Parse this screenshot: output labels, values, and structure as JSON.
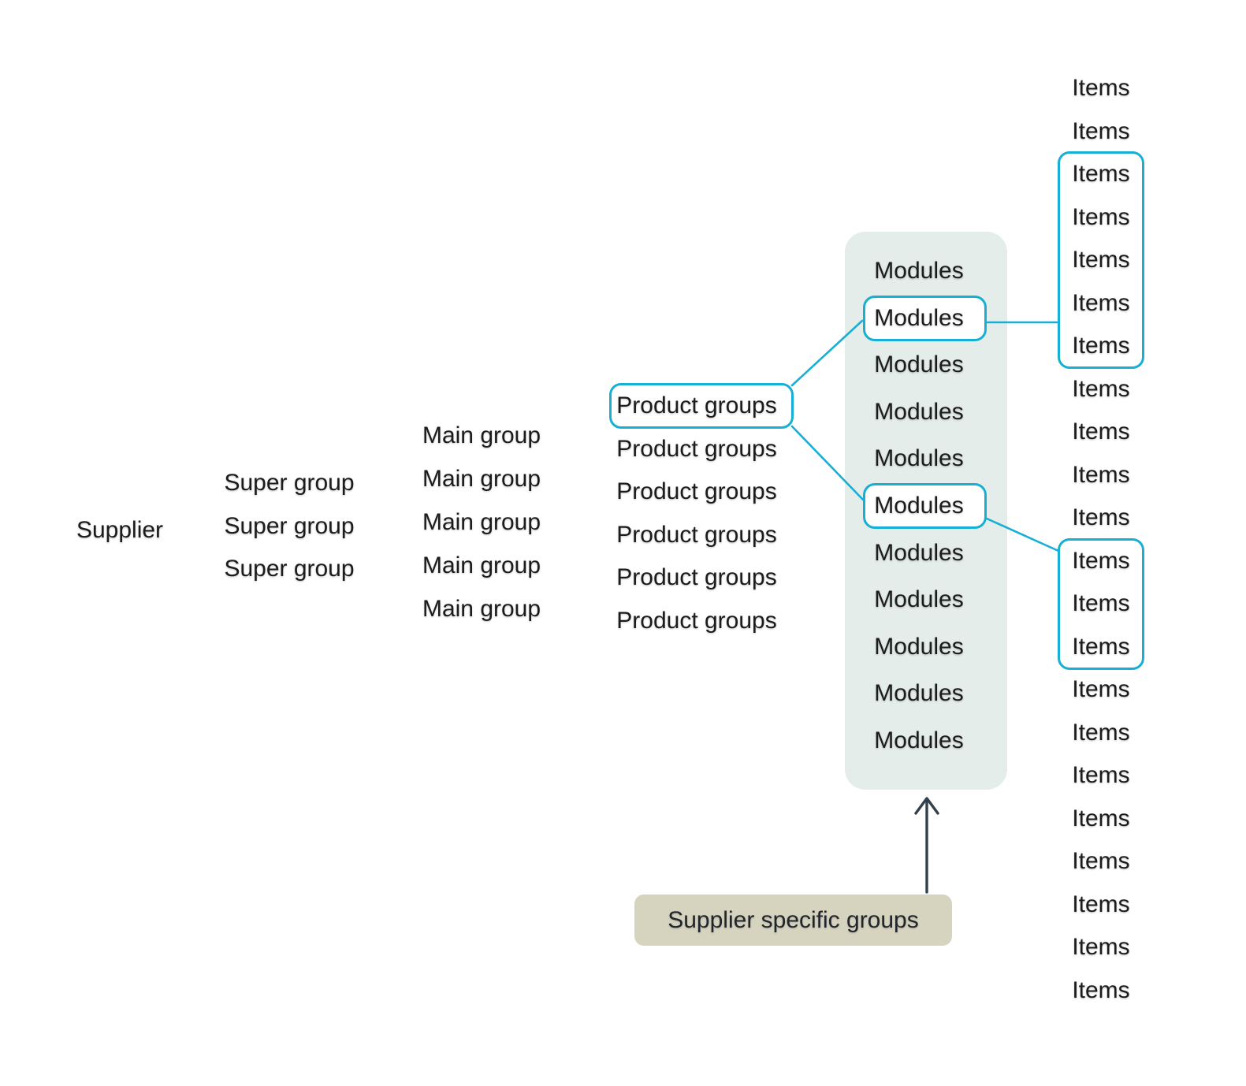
{
  "colors": {
    "accent_cyan": "#17b0d4",
    "panel_green": "#e4ede9",
    "callout_tan": "#d6d3bf",
    "arrow_navy": "#32404e",
    "text": "#1c1c1c",
    "annotation_text": "#20262c"
  },
  "levels": {
    "supplier": {
      "label": "Supplier",
      "count": 1
    },
    "super_group": {
      "label": "Super group",
      "count": 3
    },
    "main_group": {
      "label": "Main group",
      "count": 5
    },
    "product_groups": {
      "label": "Product groups",
      "count": 6,
      "boxed_rows": [
        0
      ]
    },
    "modules": {
      "label": "Modules",
      "count": 11,
      "boxed_rows": [
        1,
        5
      ]
    },
    "items": {
      "label": "Items",
      "count": 22,
      "boxed_groups": [
        [
          2,
          6
        ],
        [
          11,
          13
        ]
      ]
    }
  },
  "annotation": {
    "label": "Supplier specific groups"
  }
}
